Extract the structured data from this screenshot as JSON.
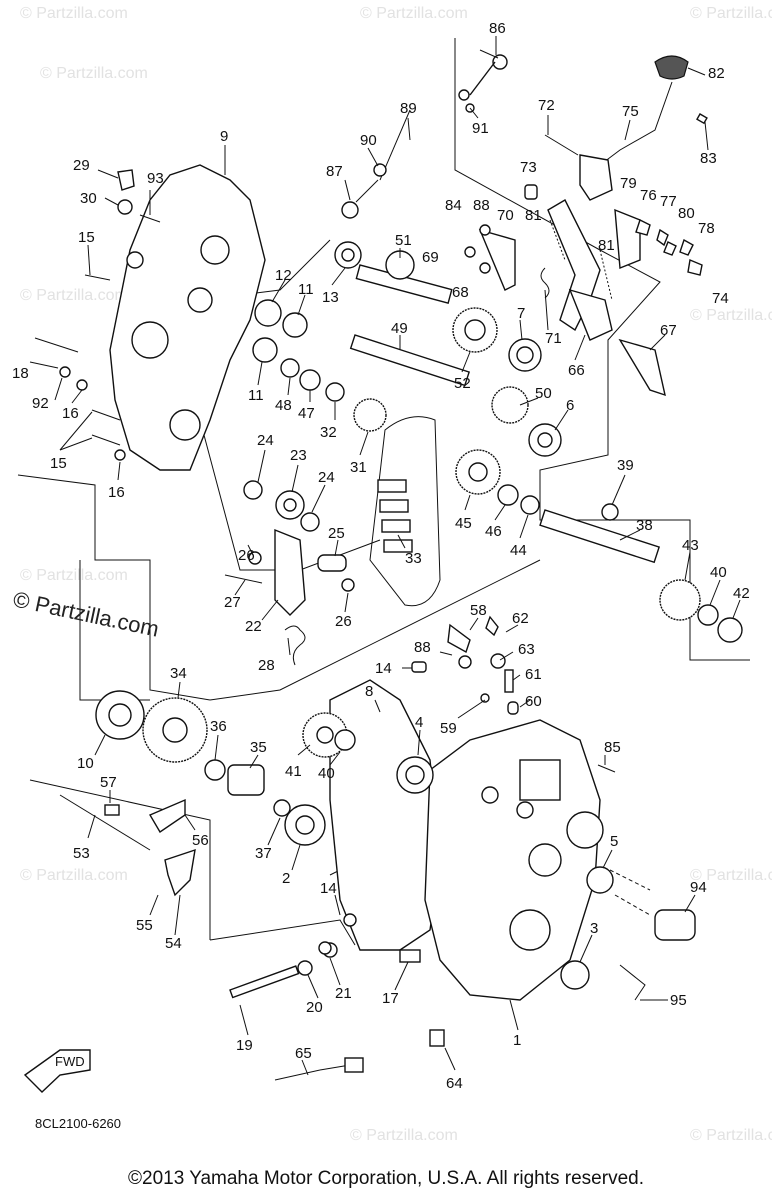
{
  "watermark": "© Partzilla.com",
  "brand_mark": "© Partzilla.com",
  "fwd_label": "FWD",
  "drawing_code": "8CL2100-6260",
  "copyright": "©2013 Yamaha Motor Corporation, U.S.A. All rights reserved.",
  "callouts": [
    {
      "id": "c86",
      "text": "86"
    },
    {
      "id": "c82",
      "text": "82"
    },
    {
      "id": "c89",
      "text": "89"
    },
    {
      "id": "c91",
      "text": "91"
    },
    {
      "id": "c72",
      "text": "72"
    },
    {
      "id": "c75",
      "text": "75"
    },
    {
      "id": "c83",
      "text": "83"
    },
    {
      "id": "c9",
      "text": "9"
    },
    {
      "id": "c90",
      "text": "90"
    },
    {
      "id": "c87",
      "text": "87"
    },
    {
      "id": "c73",
      "text": "73"
    },
    {
      "id": "c79",
      "text": "79"
    },
    {
      "id": "c76",
      "text": "76"
    },
    {
      "id": "c77",
      "text": "77"
    },
    {
      "id": "c80",
      "text": "80"
    },
    {
      "id": "c78",
      "text": "78"
    },
    {
      "id": "c29",
      "text": "29"
    },
    {
      "id": "c93",
      "text": "93"
    },
    {
      "id": "c30",
      "text": "30"
    },
    {
      "id": "c84",
      "text": "84"
    },
    {
      "id": "c88a",
      "text": "88"
    },
    {
      "id": "c70",
      "text": "70"
    },
    {
      "id": "c81a",
      "text": "81"
    },
    {
      "id": "c15a",
      "text": "15"
    },
    {
      "id": "c51",
      "text": "51"
    },
    {
      "id": "c69",
      "text": "69"
    },
    {
      "id": "c81b",
      "text": "81"
    },
    {
      "id": "c74",
      "text": "74"
    },
    {
      "id": "c12",
      "text": "12"
    },
    {
      "id": "c11a",
      "text": "11"
    },
    {
      "id": "c13",
      "text": "13"
    },
    {
      "id": "c68",
      "text": "68"
    },
    {
      "id": "c7",
      "text": "7"
    },
    {
      "id": "c67",
      "text": "67"
    },
    {
      "id": "c49",
      "text": "49"
    },
    {
      "id": "c71",
      "text": "71"
    },
    {
      "id": "c66",
      "text": "66"
    },
    {
      "id": "c18",
      "text": "18"
    },
    {
      "id": "c11b",
      "text": "11"
    },
    {
      "id": "c48",
      "text": "48"
    },
    {
      "id": "c52",
      "text": "52"
    },
    {
      "id": "c92",
      "text": "92"
    },
    {
      "id": "c16a",
      "text": "16"
    },
    {
      "id": "c47",
      "text": "47"
    },
    {
      "id": "c32",
      "text": "32"
    },
    {
      "id": "c50",
      "text": "50"
    },
    {
      "id": "c6",
      "text": "6"
    },
    {
      "id": "c15b",
      "text": "15"
    },
    {
      "id": "c24a",
      "text": "24"
    },
    {
      "id": "c23",
      "text": "23"
    },
    {
      "id": "c16b",
      "text": "16"
    },
    {
      "id": "c31",
      "text": "31"
    },
    {
      "id": "c39",
      "text": "39"
    },
    {
      "id": "c24b",
      "text": "24"
    },
    {
      "id": "c45",
      "text": "45"
    },
    {
      "id": "c46",
      "text": "46"
    },
    {
      "id": "c44",
      "text": "44"
    },
    {
      "id": "c38",
      "text": "38"
    },
    {
      "id": "c25",
      "text": "25"
    },
    {
      "id": "c26a",
      "text": "26"
    },
    {
      "id": "c33",
      "text": "33"
    },
    {
      "id": "c43",
      "text": "43"
    },
    {
      "id": "c27",
      "text": "27"
    },
    {
      "id": "c26b",
      "text": "26"
    },
    {
      "id": "c40a",
      "text": "40"
    },
    {
      "id": "c42",
      "text": "42"
    },
    {
      "id": "c22",
      "text": "22"
    },
    {
      "id": "c58",
      "text": "58"
    },
    {
      "id": "c62",
      "text": "62"
    },
    {
      "id": "c88b",
      "text": "88"
    },
    {
      "id": "c63",
      "text": "63"
    },
    {
      "id": "c28",
      "text": "28"
    },
    {
      "id": "c34",
      "text": "34"
    },
    {
      "id": "c14a",
      "text": "14"
    },
    {
      "id": "c61",
      "text": "61"
    },
    {
      "id": "c8",
      "text": "8"
    },
    {
      "id": "c60",
      "text": "60"
    },
    {
      "id": "c4",
      "text": "4"
    },
    {
      "id": "c59",
      "text": "59"
    },
    {
      "id": "c36",
      "text": "36"
    },
    {
      "id": "c10",
      "text": "10"
    },
    {
      "id": "c35",
      "text": "35"
    },
    {
      "id": "c41",
      "text": "41"
    },
    {
      "id": "c40b",
      "text": "40"
    },
    {
      "id": "c85",
      "text": "85"
    },
    {
      "id": "c57",
      "text": "57"
    },
    {
      "id": "c56",
      "text": "56"
    },
    {
      "id": "c37",
      "text": "37"
    },
    {
      "id": "c5",
      "text": "5"
    },
    {
      "id": "c53",
      "text": "53"
    },
    {
      "id": "c2",
      "text": "2"
    },
    {
      "id": "c94",
      "text": "94"
    },
    {
      "id": "c55",
      "text": "55"
    },
    {
      "id": "c14b",
      "text": "14"
    },
    {
      "id": "c54",
      "text": "54"
    },
    {
      "id": "c3",
      "text": "3"
    },
    {
      "id": "c21",
      "text": "21"
    },
    {
      "id": "c17",
      "text": "17"
    },
    {
      "id": "c20",
      "text": "20"
    },
    {
      "id": "c95",
      "text": "95"
    },
    {
      "id": "c1",
      "text": "1"
    },
    {
      "id": "c19",
      "text": "19"
    },
    {
      "id": "c65",
      "text": "65"
    },
    {
      "id": "c64",
      "text": "64"
    }
  ]
}
